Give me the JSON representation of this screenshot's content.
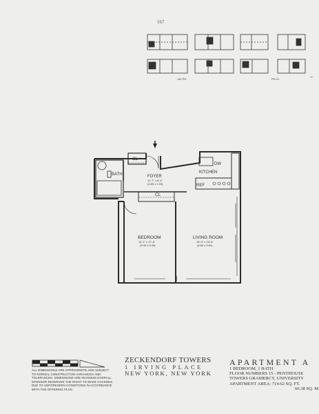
{
  "page_number": "167",
  "floorplan": {
    "rooms": {
      "foyer": {
        "name": "FOYER",
        "dim_ft": "11'-7\" x 6'-4\"",
        "dim_m": "(4.80 x 1.93)"
      },
      "bath": {
        "name": "BATH"
      },
      "kitchen": {
        "name": "KITCHEN"
      },
      "bedroom": {
        "name": "BEDROOM",
        "dim_ft": "11'-2\" x 17'-6\"",
        "dim_m": "(3.40 x 5.33)"
      },
      "living": {
        "name": "LIVING ROOM",
        "dim_ft": "15'-9\" x 18'-5\"",
        "dim_m": "(4.80 x 5.61)"
      }
    },
    "closet_1": "CL",
    "closet_2": "CL",
    "dishwasher": "DW",
    "refrigerator": "REF"
  },
  "key_plan": {
    "label_left": "141 PH",
    "label_right": "PH 41"
  },
  "disclaimer": "ALL DIMENSIONS ARE APPROXIMATE AND SUBJECT TO NORMAL CONSTRUCTION VARIANCES AND TOLERANCES. DIMENSIONS ARE MAXIMUM OVERALL. SPONSOR RESERVES THE RIGHT TO MAKE CHANGES DUE TO UNFORESEEN CONDITIONS IN ACCORDANCE WITH THE OFFERING PLAN.",
  "building": {
    "name": "ZECKENDORF TOWERS",
    "address": "1 IRVING PLACE",
    "city": "NEW YORK, NEW YORK"
  },
  "apartment": {
    "title": "APARTMENT A",
    "type": "1 BEDROOM, 1 BATH",
    "floors": "FLOOR NUMBERS 15 - PENTHOUSE",
    "towers": "TOWERS GRAMERCY, UNIVERSITY",
    "area_sqft": "APARTMENT AREA:  714.62 SQ. FT.",
    "area_sqm": "66.38 SQ. M."
  },
  "colors": {
    "ink": "#222222",
    "paper": "#eeeeec"
  }
}
